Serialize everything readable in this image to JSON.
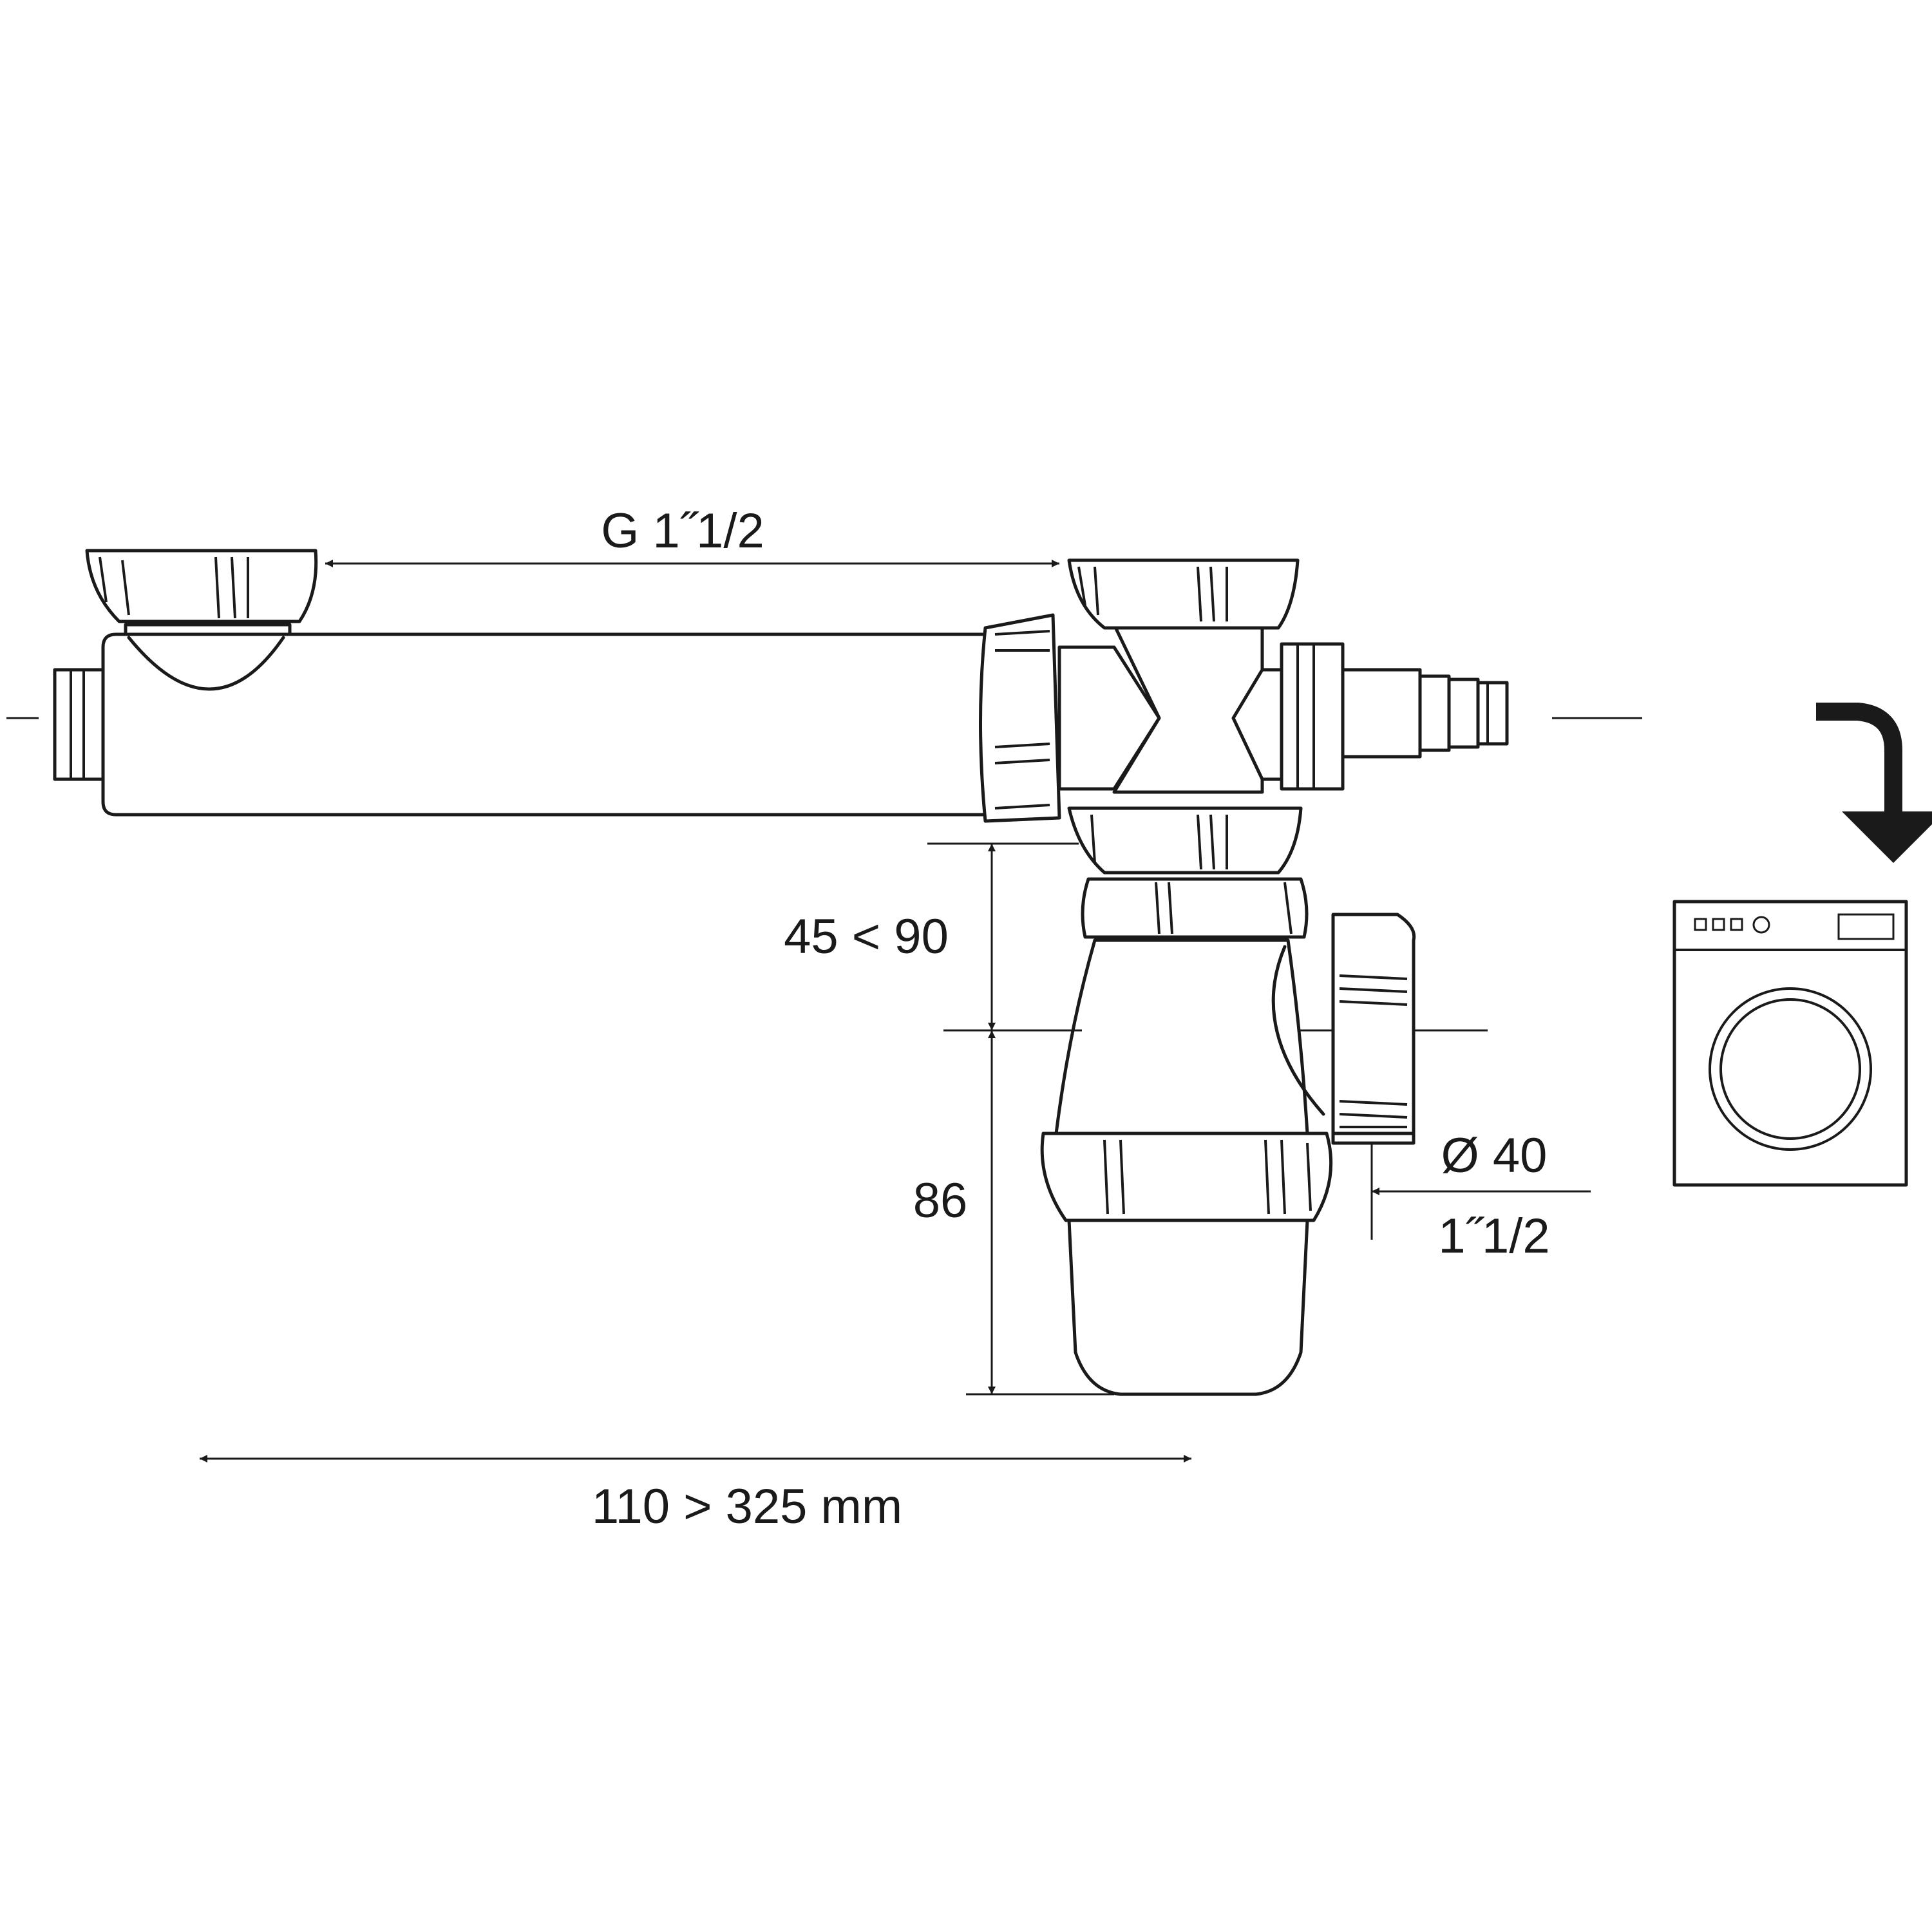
{
  "dimensions": {
    "thread": "G 1˝1/2",
    "height_range": "45 < 90",
    "trap_height": "86",
    "outlet_diameter": "Ø 40",
    "outlet_thread": "1˝1/2",
    "length_range": "110 > 325 mm"
  },
  "icons": {
    "appliance": "washing-machine-icon",
    "direction": "curved-down-arrow-icon"
  }
}
